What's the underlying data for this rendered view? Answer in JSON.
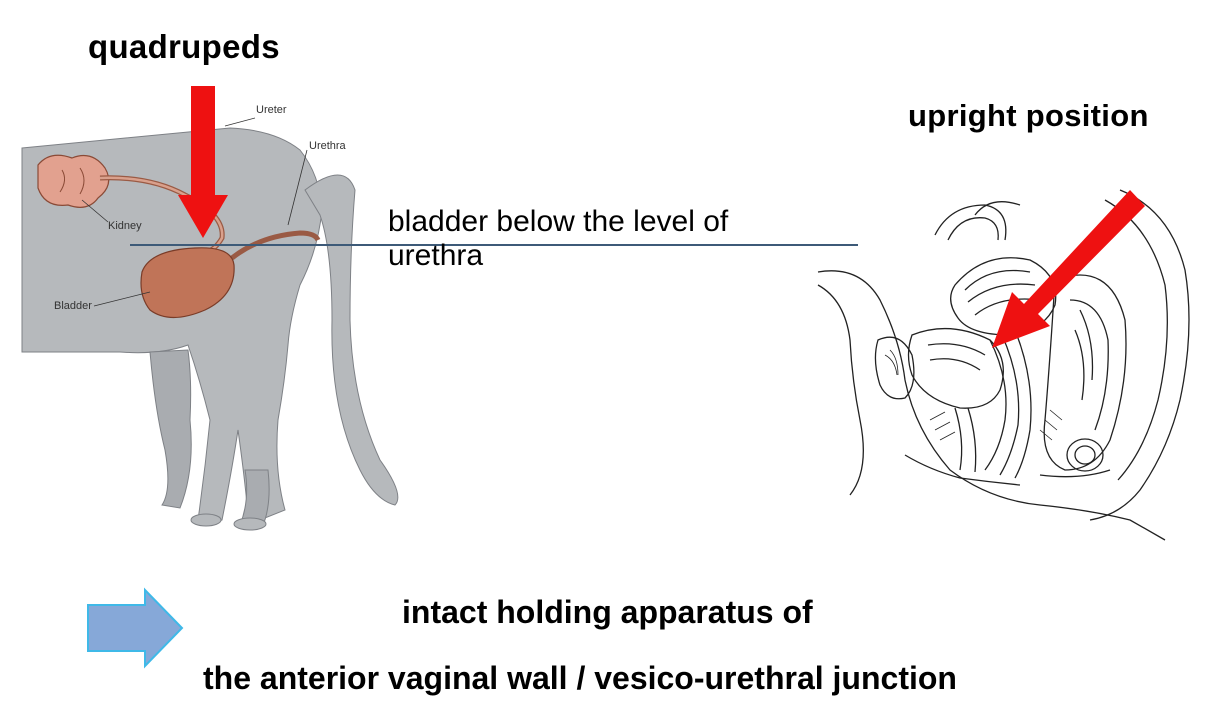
{
  "left_panel": {
    "title": "quadrupeds",
    "labels": {
      "ureter": "Ureter",
      "urethra": "Urethra",
      "kidney": "Kidney",
      "bladder": "Bladder"
    }
  },
  "right_panel": {
    "title": "upright position"
  },
  "level_annotation": {
    "line1": "bladder below the level of",
    "line2": "urethra"
  },
  "footer": {
    "line1": "intact holding apparatus of",
    "line2": "the anterior vaginal wall / vesico-urethral junction"
  },
  "colors": {
    "arrow_red": "#ee1111",
    "cat_fur": "#b6b9bc",
    "organ": "#c07458",
    "kidney": "#e2a18f",
    "level_line": "#3d5a78",
    "blue_arrow_fill": "#86a8d8",
    "blue_arrow_stroke": "#3fb9e8"
  },
  "icons": {
    "left_arrow": "down-arrow-icon",
    "right_arrow": "diagonal-arrow-icon",
    "footer_arrow": "right-arrow-icon"
  }
}
